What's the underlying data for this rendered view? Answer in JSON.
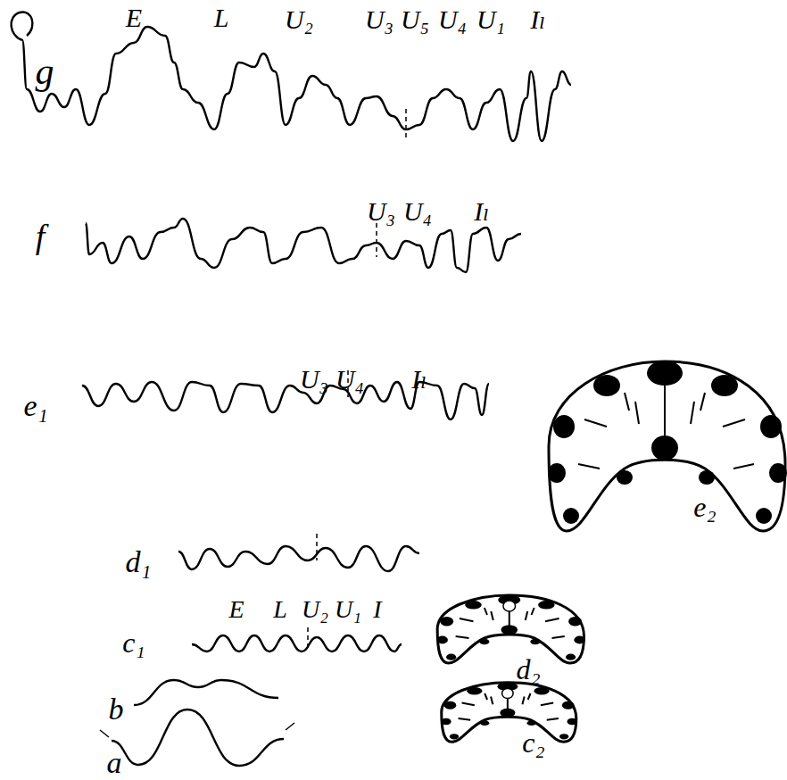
{
  "diagram": {
    "labels": [
      "E",
      "L",
      "U₂",
      "U₃",
      "U₅",
      "U₄",
      "U₁",
      "Iₗ",
      "g",
      "U₃",
      "U₄",
      "Iₗ",
      "f",
      "U₃",
      "U₄",
      "Iₗ",
      "e₁",
      "e₂",
      "d₁",
      "d₂",
      "E",
      "L",
      "U₂",
      "U₁",
      "I",
      "c₁",
      "c₂",
      "b",
      "a"
    ]
  }
}
